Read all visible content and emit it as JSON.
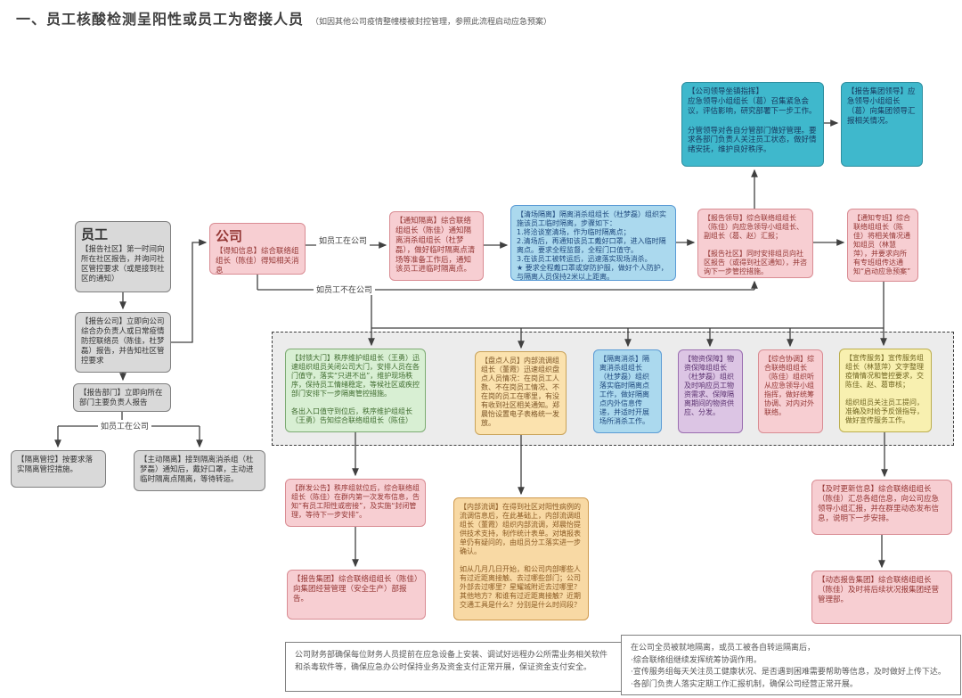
{
  "title": {
    "main": "一、员工核酸检测呈阳性或员工为密接人员",
    "note": "（如因其他公司疫情整幢楼被封控管理，参照此流程启动应急预案）"
  },
  "palette": {
    "gray": "#d9d9d9",
    "pink": "#f7ced2",
    "cyan": "#3fb8cc",
    "blue": "#abd9ee",
    "green": "#d8efd3",
    "tan": "#fbe2ae",
    "purple": "#dcc5e4",
    "paleyellow": "#f8f0b0",
    "orange": "#f8d9a4",
    "line": "#404040"
  },
  "edge_labels": {
    "in_company_top": "如员工在公司",
    "not_in_company": "如员工不在公司",
    "in_company_left": "如员工在公司"
  },
  "nodes": {
    "employee": {
      "header": "员工",
      "body": "【报告社区】第一时间向所在社区报告，并询问社区管控要求（或是接到社区的通知）"
    },
    "report_company": {
      "body": "【报告公司】立即向公司综合办负责人或日常疫情防控联络员（陈佳，杜梦磊）报告，并告知社区管控要求"
    },
    "report_department": {
      "body": "【报告部门】立即向所在部门主要负责人报告"
    },
    "quarantine_control": {
      "body": "【隔离管控】按要求落实隔离管控措施。"
    },
    "self_isolation": {
      "body": "【主动隔离】接到隔离消杀组（杜梦磊）通知后，戴好口罩，主动进临时隔离点隔离，等待转运。"
    },
    "company": {
      "header": "公司",
      "body": "【得知信息】综合联络组组长（陈佳）得知相关消息"
    },
    "notify_isolation": {
      "body": "【通知隔离】综合联络组组长（陈佳）通知隔离消杀组组长（杜梦磊），做好临时隔离点清场等准备工作后，通知该员工进临时隔离点。"
    },
    "clear_isolation": {
      "body": "【清场隔离】隔离消杀组组长（杜梦磊）组织实施该员工临时隔离，步骤如下：\n1.将洽谈室清场，作为临时隔离点；\n2.清场后，再通知该员工戴好口罩，进入临时隔离点。要求全程监督，全程门口值守。\n3.在该员工被转运后，迅速落实现场消杀。\n★ 要求全程戴口罩或穿防护服，做好个人防护，与隔离人员保持2米以上距离。"
    },
    "report_leader": {
      "body": "【报告领导】综合联络组组长（陈佳）向应急领导小组组长、副组长（葛、赵）汇报；\n\n【报告社区】同时安排组员向社区报告（或得到社区通知），并咨询下一步管控措施。"
    },
    "notify_team": {
      "body": "【通知专班】综合联络组组长（陈佳）将相关情况通知组员（林慧萍），并要求向所有专班组传达通知“启动应急预案”"
    },
    "leader_command": {
      "body": "【公司领导坐镇指挥】\n应急领导小组组长（葛）召集紧急会议，评估影响，研究部署下一步工作。\n\n分管领导对各自分管部门做好管理。要求各部门负责人关注员工状态，做好情绪安抚，维护良好秩序。"
    },
    "report_group_leader": {
      "body": "【报告集团领导】应急领导小组组长（葛）向集团领导汇报相关情况。"
    },
    "lockdown_gate": {
      "body": "【封锁大门】秩序维护组组长（王勇）迅速组织组员关闭公司大门，安排人员在各门值守，落实“只进不出”，维护现场秩序，保持员工情绪稳定，等候社区或疾控部门安排下一步隔离管控措施。\n\n各出入口值守到位后，秩序维护组组长（王勇）告知综合联络组组长（陈佳）"
    },
    "personnel_check": {
      "body": "【盘点人员】内部流调组组长（董霞）迅速组织盘点人员情况：在岗员工人数、不在岗员工情况、不在岗的员工在哪里，有没有收到社区相关通知。郑晨怡设置电子表格统一发放。"
    },
    "isolation_disinfect": {
      "body": "【隔离消杀】隔离消杀组组长（杜梦磊）组织落实临时隔离点工作，做好隔离点内外信息传递，并适时开展场所消杀工作。"
    },
    "supplies": {
      "body": "【物资保障】物资保障组组长（杜梦磊）组织及时响应员工物资需求、保障隔离期间的物资供应、分发。"
    },
    "coordination": {
      "body": "【综合协调】综合联络组组长（陈佳）组织听从应急领导小组指挥，做好统筹协调、对内对外联络。"
    },
    "publicity": {
      "body": "【宣传服务】宣传服务组组长（林慧萍）文字整理疫情情况和管控要求，交陈佳、赵、葛审核；\n\n组织组员关注员工提问，准确及时给予反馈指导，做好宣传服务工作。"
    },
    "group_announcement": {
      "body": "【群发公告】秩序组就位后，综合联络组组长（陈佳）在群内第一次发布信息，告知“有员工阳性或密接”，及实施“封闭管理，等待下一步安排”。"
    },
    "report_group": {
      "body": "【报告集团】综合联络组组长（陈佳）向集团经营管理（安全生产）部报告。"
    },
    "internal_trace": {
      "body": "【内部流调】在得到社区对阳性病例的流调信息后，在此基础上，内部流调组组长（董霞）组织内部流调，郑晨怡提供技术支持，制作统计表单。对填报表单仍有疑问的，由组员分工落实进一步确认。\n\n如从几月几日开始，和公司内部哪些人有过近距离接触、去过哪些部门；公司外部去过哪里？星耀城附近去过哪里？其他地方？和谁有过近距离接触？近期交通工具是什么？分别是什么时间段？"
    },
    "update_info": {
      "body": "【及时更新信息】综合联络组组长（陈佳）汇总各组信息，向公司应急领导小组汇报，并在群里动态发布信息，说明下一步安排。"
    },
    "dynamic_report_group": {
      "body": "【动态报告集团】综合联络组组长（陈佳）及时将后续状况报集团经营管理部。"
    }
  },
  "notes": {
    "finance": "公司财务部确保每位财务人员提前在应急设备上安装、调试好远程办公所需业务相关软件和杀毒软件等，确保应急办公时保持业务及资金支付正常开展，保证资金支付安全。",
    "after_quarantine": "在公司全员被就地隔离，或员工被各自转运隔离后，\n·综合联络组继续发挥统筹协调作用。\n·宣传服务组每天关注员工健康状况、是否遇到困难需要帮助等信息，及时做好上传下达。\n·各部门负责人落实定期工作汇报机制，确保公司经营正常开展。"
  }
}
